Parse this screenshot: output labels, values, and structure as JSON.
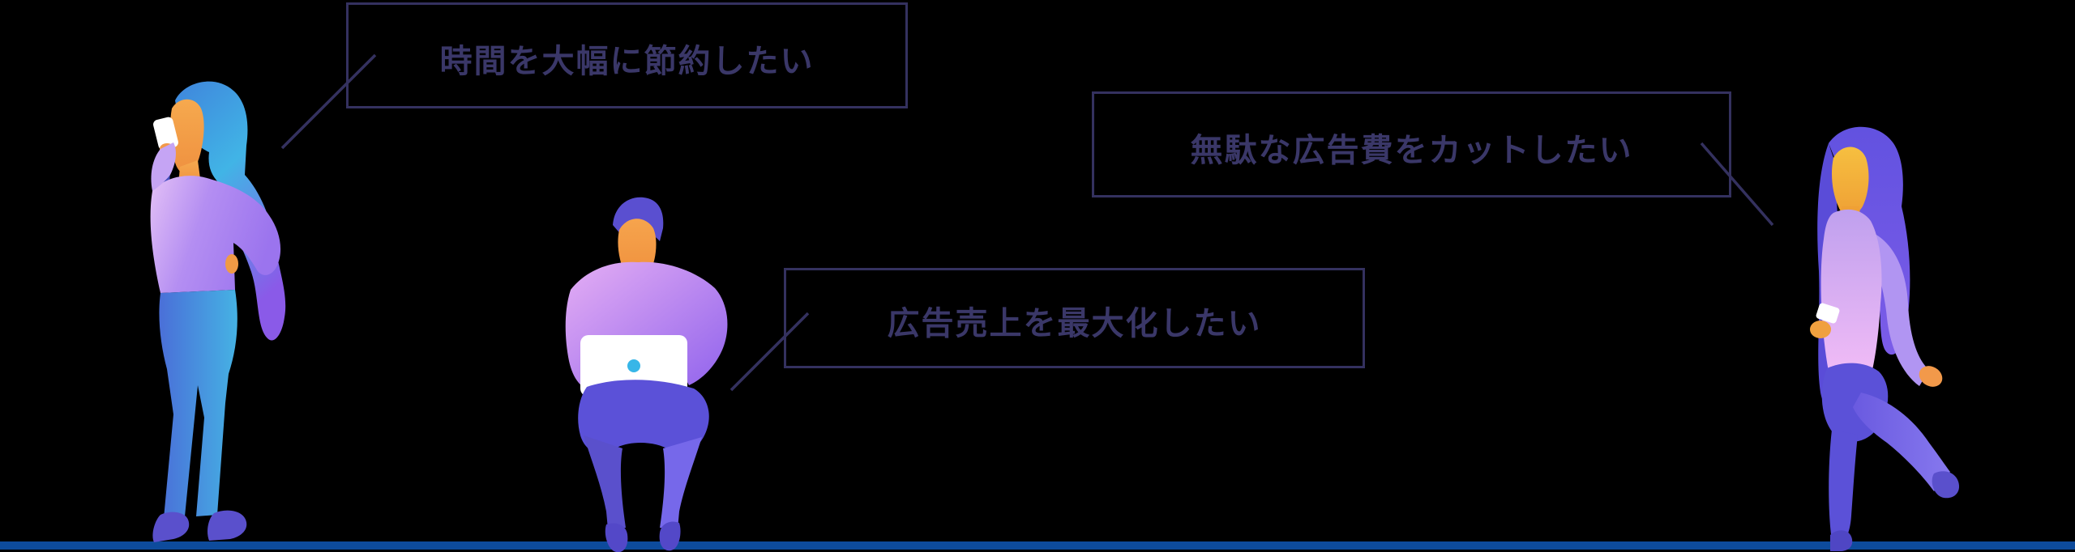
{
  "callouts": [
    {
      "id": "save-time",
      "label": "時間を大幅に節約したい"
    },
    {
      "id": "cut-wasted-ad-cost",
      "label": "無駄な広告費をカットしたい"
    },
    {
      "id": "maximize-ad-revenue",
      "label": "広告売上を最大化したい"
    }
  ],
  "illustrations": [
    {
      "name": "woman-talking-on-phone"
    },
    {
      "name": "man-sitting-with-laptop"
    },
    {
      "name": "woman-standing-leg-crossed"
    }
  ],
  "colors": {
    "background": "#000000",
    "outline_and_text": "#34315f",
    "callout_text": "#3a3768",
    "ground_bar": "#0d4b9c",
    "laptop_dot": "#37b6e8",
    "skin_orange": "#f2994a",
    "hair_blue": "#3f85dc",
    "hair_indigo": "#5a4fd0",
    "hair_violet": "#6252e0",
    "pants_indigo": "#5b51d8"
  }
}
